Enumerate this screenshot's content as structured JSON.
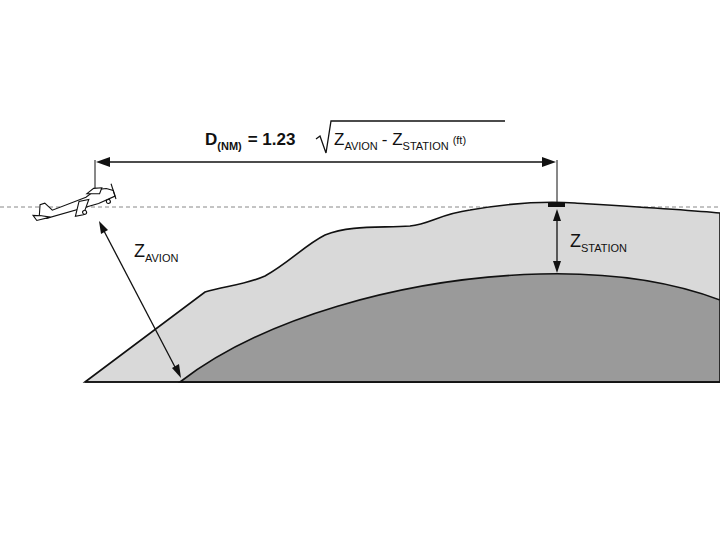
{
  "diagram": {
    "labels": [
      "D",
      "(NM)",
      "= 1.23",
      "Z",
      "AVION",
      "- Z",
      "STATION",
      "(ft)",
      "Z",
      "AVION",
      "Z",
      "STATION"
    ]
  }
}
